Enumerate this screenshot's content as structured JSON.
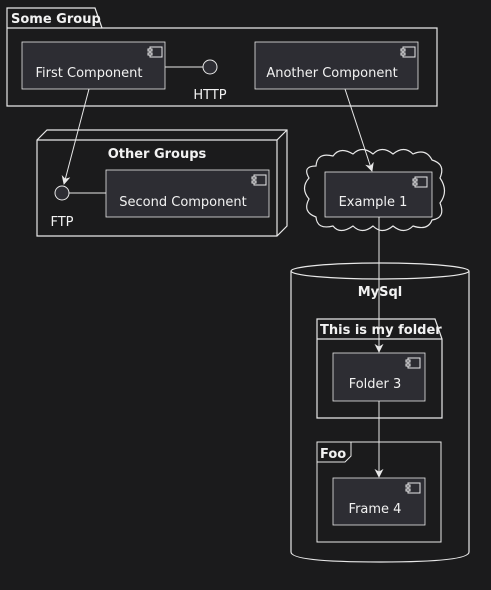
{
  "colors": {
    "background": "#1b1b1c",
    "stroke": "#e8e8e8",
    "component_fill": "#2d2d33",
    "text": "#f2f2f2"
  },
  "groups": {
    "some_group": "Some Group",
    "other_groups": "Other Groups",
    "mysql": "MySql",
    "my_folder": "This is my folder",
    "foo": "Foo"
  },
  "components": {
    "first": "First Component",
    "another": "Another Component",
    "second": "Second Component",
    "example1": "Example 1",
    "folder3": "Folder 3",
    "frame4": "Frame 4"
  },
  "interfaces": {
    "http": "HTTP",
    "ftp": "FTP"
  },
  "icons": {
    "component": "uml-component-icon",
    "interface": "interface-circle-icon"
  }
}
